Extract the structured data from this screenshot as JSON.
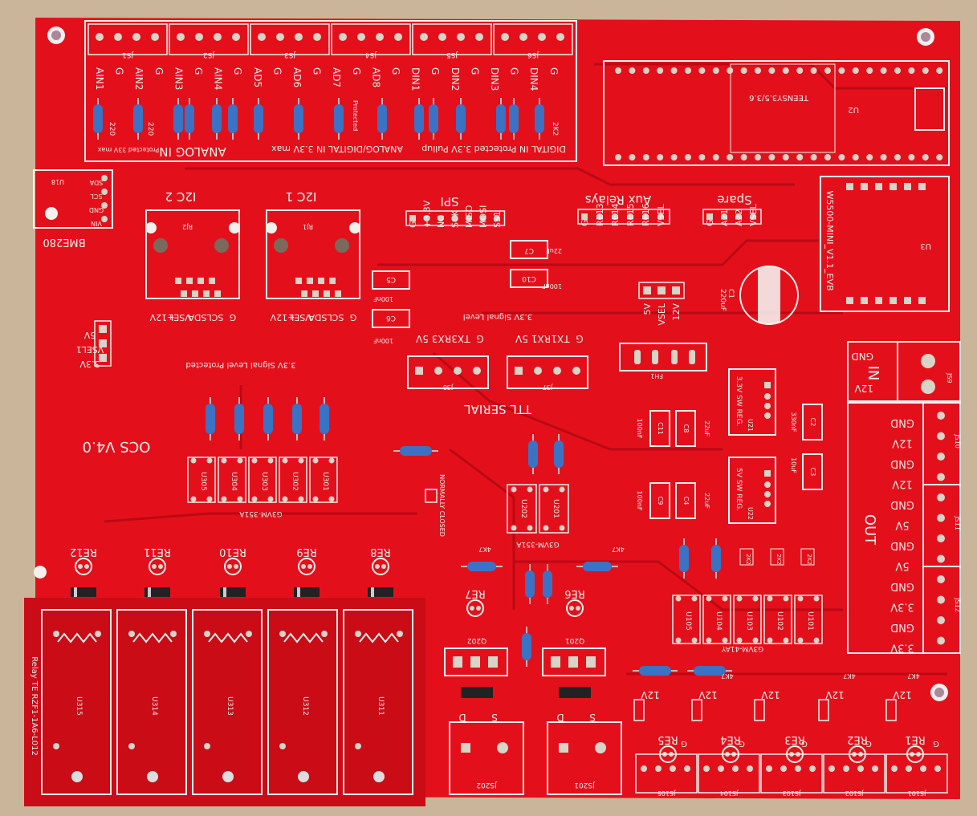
{
  "colors": {
    "board": "#e3101b",
    "silk": "#f4f0ec",
    "pad": "#d9d4c8",
    "trace": "#b80a12",
    "table": "#cbb59a",
    "resistor": "#3b72c4"
  },
  "header_labels": [
    "JS1",
    "JS2",
    "JS3",
    "JS4",
    "JS5",
    "JS6"
  ],
  "pin_labels": [
    "AIN1",
    "G",
    "AIN2",
    "G",
    "AIN3",
    "G",
    "AIN4",
    "G",
    "AD5",
    "G",
    "AD6",
    "G",
    "AD7",
    "G",
    "AD8",
    "G",
    "DIN1",
    "G",
    "DIN2",
    "G",
    "DIN3",
    "G",
    "DIN4",
    "G"
  ],
  "section_labels": {
    "analog_in": "ANALOG IN",
    "analog_in_note": "Protected 33V max",
    "analog_digital_in": "ANALOG/DIGITAL IN 3.3V max",
    "analog_digital_note": "Protected",
    "digital_in": "DIGITAL IN Protected 3.3V Pullup"
  },
  "resistor_labels": [
    "220",
    "220",
    "2K2"
  ],
  "mcu": {
    "label": "TEENSY3.5/3.6",
    "ref": "U2"
  },
  "eth": {
    "label": "W5500-MINI_V1.1_EVB",
    "ref": "U3"
  },
  "bme": {
    "label": "BME280",
    "ref": "U18",
    "pins": [
      "SDA",
      "SCL",
      "GND",
      "VIN"
    ]
  },
  "i2c": {
    "label_2": "I2C 2",
    "label_1": "I2C 1",
    "rj_2": "RJ2",
    "rj_1": "RJ1",
    "pins": [
      "G",
      "SCL",
      "SDA",
      "VSEL",
      "+12V"
    ]
  },
  "spi": {
    "title": "SPI",
    "pins": [
      "SS1",
      "MOSI",
      "MISO",
      "SCK",
      "NC",
      "+3.3V",
      "G"
    ]
  },
  "aux": {
    "title": "Aux Relays",
    "pins": [
      "G",
      "RE13",
      "RE14",
      "RE15",
      "RE16",
      "VSEL"
    ]
  },
  "spare": {
    "title": "Spare",
    "pins": [
      "G",
      "A21",
      "A22",
      "VSEL"
    ]
  },
  "caps": {
    "c7": "C7",
    "c10": "C10",
    "c5": "C5",
    "c6": "C6",
    "c1": "C1",
    "c1_val": "220uF",
    "v22": "22uF",
    "v100": "100nF"
  },
  "vsel_block": {
    "pins": [
      "5V",
      "VSEL",
      "12V"
    ]
  },
  "vsel1": {
    "pins": [
      "5V",
      "VSEL1",
      "3.3V"
    ],
    "note": "3.3V Signal Level Protected"
  },
  "serial": {
    "title": "TTL SERIAL",
    "level": "3.3V Signal Level",
    "js8": [
      "5V",
      "RX3",
      "TX3",
      "G"
    ],
    "js7": [
      "5V",
      "RX1",
      "TX1",
      "G"
    ],
    "js8_ref": "JS8",
    "js7_ref": "JS7"
  },
  "fh1": "FH1",
  "in_block": {
    "title": "IN",
    "gnd": "GND",
    "v12": "12V",
    "ref": "JS9"
  },
  "out_block": {
    "title": "OUT",
    "pins": [
      "GND",
      "12V",
      "GND",
      "12V",
      "GND",
      "5V",
      "GND",
      "5V",
      "GND",
      "3.3V",
      "GND",
      "3.3V"
    ],
    "refs": [
      "JS10",
      "JS11",
      "JS12"
    ]
  },
  "regulators": {
    "reg33": "3.3V SW REG.",
    "reg5": "5V SW REG.",
    "u21": "U21",
    "u22": "U22",
    "c2": "C2",
    "c2_val": "330nF",
    "c3": "C3",
    "c3_val": "10uF",
    "c11": "C11",
    "c8": "C8",
    "c9": "C9",
    "c4": "C4"
  },
  "version": "OCS V4.0",
  "ssr_left": {
    "refs": [
      "U305",
      "U304",
      "U303",
      "U302",
      "U301"
    ],
    "part": "G3VM-351A"
  },
  "ssr_mid": {
    "refs": [
      "U202",
      "U201"
    ],
    "part": "G3VM-351A",
    "nc_label": "NORMALLY CLOSED"
  },
  "ssr_right": {
    "refs": [
      "U105",
      "U104",
      "U103",
      "U102",
      "U101"
    ],
    "part": "G3VM-41AY"
  },
  "re_left": [
    "RE12",
    "RE11",
    "RE10",
    "RE9",
    "RE8"
  ],
  "re_mid": [
    "RE7",
    "RE6"
  ],
  "re_right": [
    "RE5",
    "RE4",
    "RE3",
    "RE2",
    "RE1"
  ],
  "relays": {
    "refs": [
      "U315",
      "U314",
      "U313",
      "U312",
      "U311"
    ],
    "part": "Relay TE RZF1-1A6-L012"
  },
  "mosfets": {
    "q": [
      "Q202",
      "Q201"
    ],
    "d": "D",
    "s": "S",
    "js": [
      "JS202",
      "JS201"
    ]
  },
  "bottom_headers": [
    "JS105",
    "JS104",
    "JS103",
    "JS102",
    "JS101"
  ],
  "r4k7": "4K7",
  "r2k2": "2K2",
  "v12": "12V",
  "g": "G"
}
